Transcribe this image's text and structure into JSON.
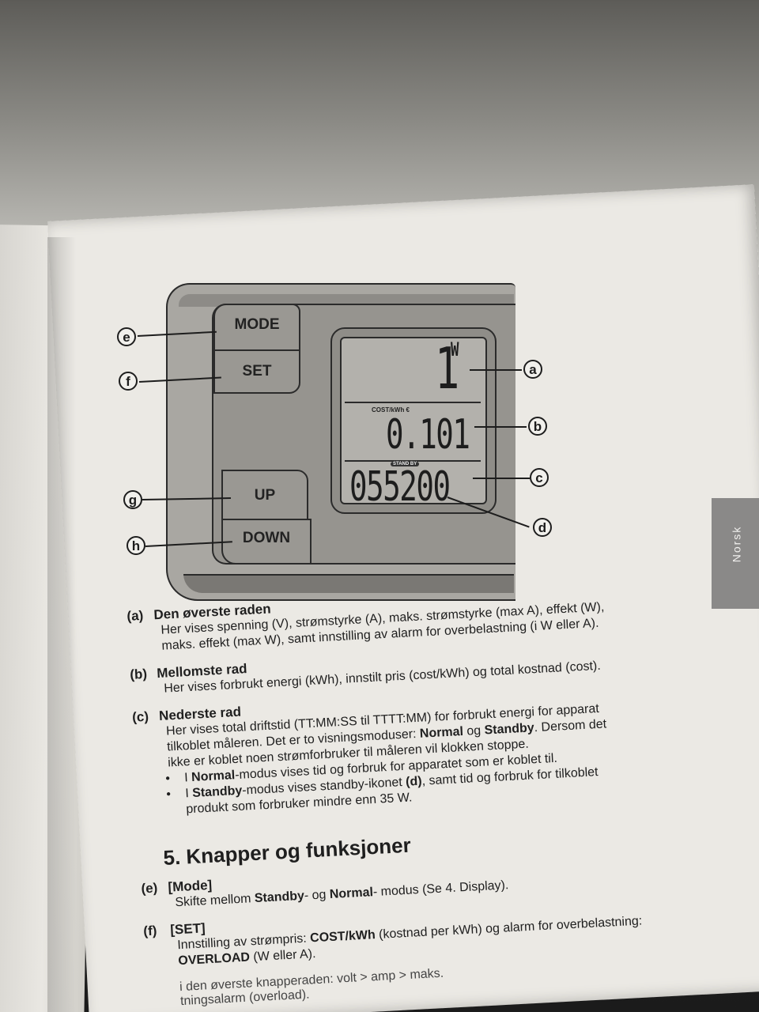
{
  "side_tab": "Norsk",
  "device": {
    "buttons": {
      "mode": "MODE",
      "set": "SET",
      "up": "UP",
      "down": "DOWN"
    },
    "lcd": {
      "top_value": "1",
      "top_unit": "W",
      "cost_label": "COST/kWh €",
      "middle_value": "0.101",
      "standby_icon": "STAND BY",
      "bottom_value": "055200"
    },
    "callouts": {
      "a": "a",
      "b": "b",
      "c": "c",
      "d": "d",
      "e": "e",
      "f": "f",
      "g": "g",
      "h": "h"
    }
  },
  "section4": {
    "items": [
      {
        "tag": "(a)",
        "title": "Den øverste raden",
        "lines": [
          "Her vises spenning (V), strømstyrke (A), maks. strømstyrke (max A), effekt (W),",
          "maks. effekt (max W), samt innstilling av alarm for overbelastning (i W eller A)."
        ]
      },
      {
        "tag": "(b)",
        "title": "Mellomste rad",
        "lines": [
          "Her vises forbrukt energi (kWh), innstilt pris (cost/kWh) og total kostnad (cost)."
        ]
      }
    ],
    "item_c": {
      "tag": "(c)",
      "title": "Nederste rad",
      "line1": "Her vises total driftstid (TT:MM:SS til TTTT:MM) for forbrukt energi for apparat",
      "line2_a": "tilkoblet måleren. Det er to visningsmoduser: ",
      "line2_normal": "Normal",
      "line2_og": " og ",
      "line2_standby": "Standby",
      "line2_b": ". Dersom det",
      "line3": "ikke er koblet noen strømforbruker til måleren vil klokken stoppe.",
      "bullet1_prefix": "I ",
      "bullet1_bold": "Normal",
      "bullet1_rest": "-modus vises tid og forbruk for apparatet som er koblet til.",
      "bullet2_prefix": "I ",
      "bullet2_bold": "Standby",
      "bullet2_mid": "-modus vises standby-ikonet ",
      "bullet2_d": "(d)",
      "bullet2_rest": ", samt tid og forbruk for tilkoblet",
      "bullet2_line2": "produkt som forbruker mindre enn 35 W."
    }
  },
  "section5": {
    "heading": "5. Knapper og funksjoner",
    "e": {
      "tag": "(e)",
      "title": "[Mode]",
      "pre": "Skifte mellom ",
      "b1": "Standby",
      "mid": "- og ",
      "b2": "Normal",
      "post": "- modus (Se 4. Display)."
    },
    "f": {
      "tag": "(f)",
      "title": "[SET]",
      "pre": "Innstilling av strømpris: ",
      "b1": "COST/kWh",
      "post": " (kostnad per kWh) og alarm for overbelastning:",
      "b2": "OVERLOAD",
      "post2": " (W eller A)."
    },
    "tail": "i den øverste knapperaden: volt > amp > maks.",
    "tail2": "tningsalarm (overload)."
  }
}
